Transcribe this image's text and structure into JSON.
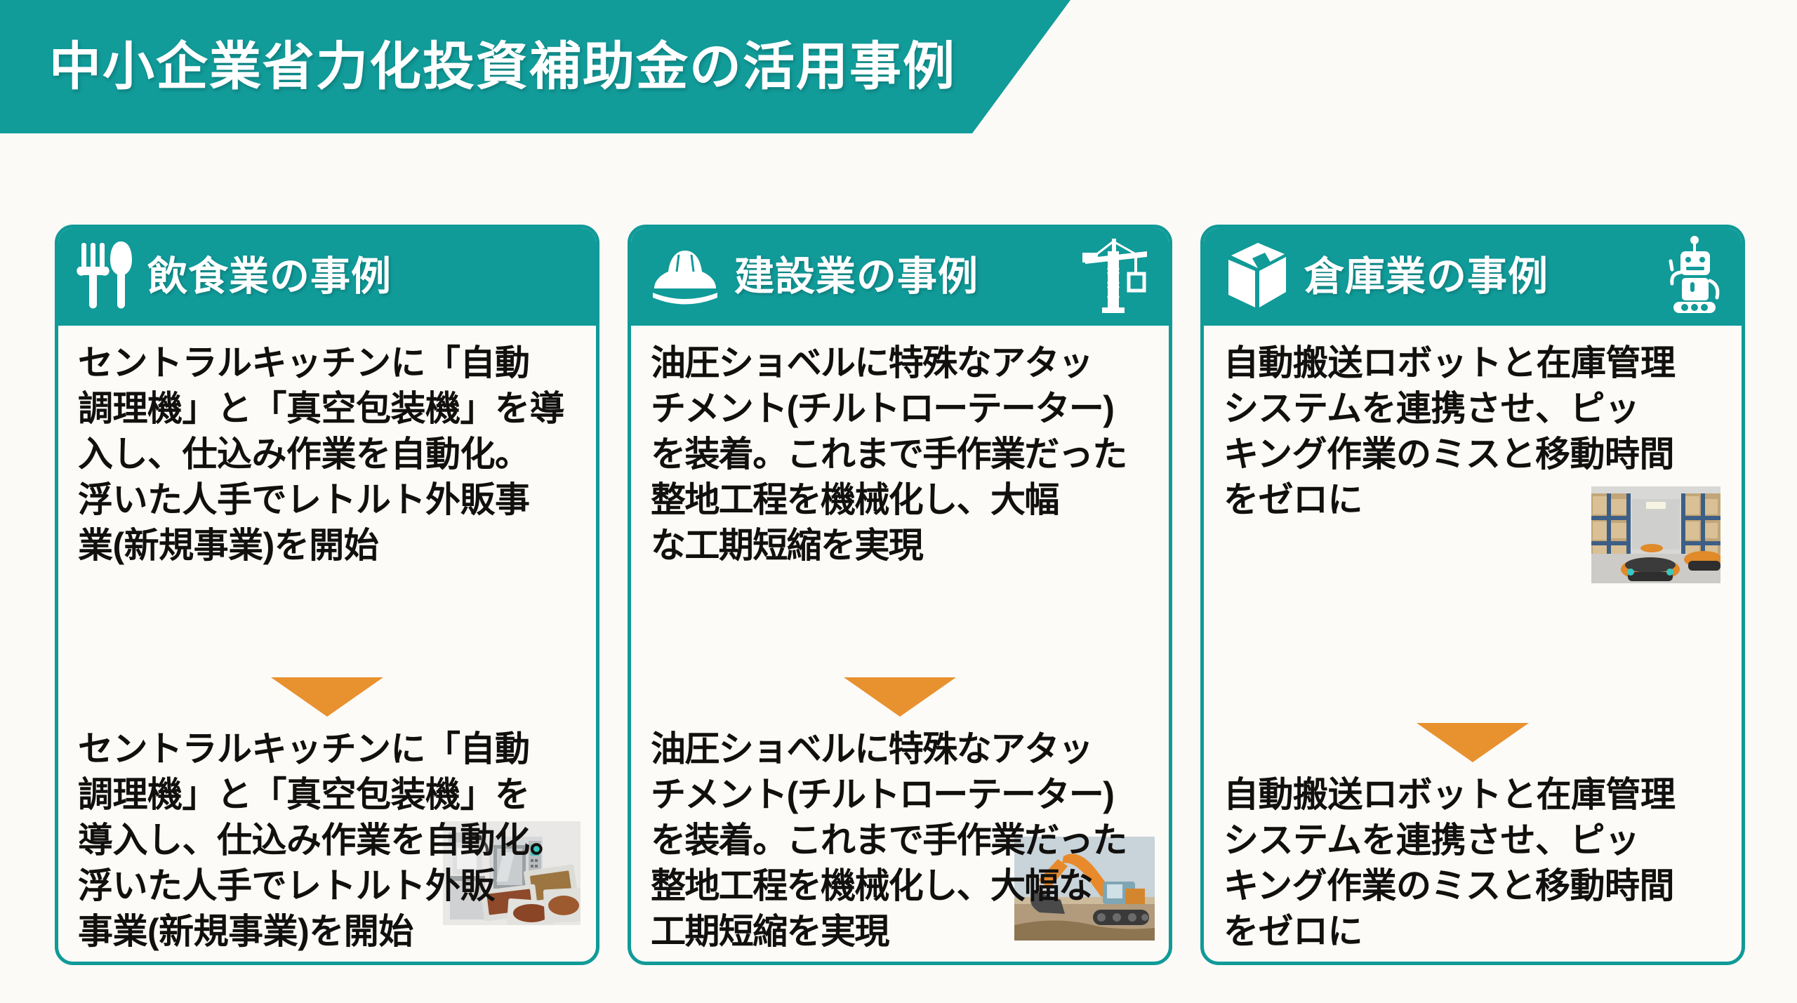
{
  "header": {
    "title": "中小企業省力化投資補助金の活用事例",
    "background_color": "#119b99",
    "text_color": "#ffffff"
  },
  "theme": {
    "teal": "#109a98",
    "orange_arrow": "#e8912f",
    "page_background": "#fbfaf7",
    "body_text_color": "#12100e"
  },
  "cards": [
    {
      "id": "restaurant",
      "header_title": "飲食業の事例",
      "left_icon": "fork-and-knife-icon",
      "right_icon": null,
      "before_text": "セントラルキッチンに「自動\n調理機」と「真空包装機」を導\n入し、仕込み作業を自動化。\n浮いた人手でレトルト外販事\n業(新規事業)を開始",
      "after_text": "セントラルキッチンに「自動\n調理機」と「真空包装機」を\n導入し、仕込み作業を自動化。\n浮いた人手でレトルト外販\n事業(新規事業)を開始",
      "arrow": "down-arrow",
      "photo_caption": "automatic-cooking-machine-and-vacuum-packed-retort-pouches-photo"
    },
    {
      "id": "construction",
      "header_title": "建設業の事例",
      "left_icon": "hard-hat-icon",
      "right_icon": "tower-crane-icon",
      "before_text": "油圧ショベルに特殊なアタッ\nチメント(チルトローテーター)\nを装着。これまで手作業だった\n整地工程を機械化し、大幅\nな工期短縮を実現",
      "after_text": "油圧ショベルに特殊なアタッ\nチメント(チルトローテーター)\nを装着。これまで手作業だった\n整地工程を機械化し、大幅な\n工期短縮を実現",
      "arrow": "down-arrow",
      "photo_caption": "hydraulic-excavator-on-construction-site-photo"
    },
    {
      "id": "warehouse",
      "header_title": "倉庫業の事例",
      "left_icon": "cardboard-box-icon",
      "right_icon": "robot-icon",
      "before_text": "自動搬送ロボットと在庫管理\nシステムを連携させ、ピッ\nキング作業のミスと移動時間\nをゼロに",
      "after_text": "自動搬送ロボットと在庫管理\nシステムを連携させ、ピッ\nキング作業のミスと移動時間\nをゼロに",
      "arrow": "down-arrow",
      "photo_caption": "automated-guided-vehicles-in-warehouse-aisle-photo"
    }
  ]
}
